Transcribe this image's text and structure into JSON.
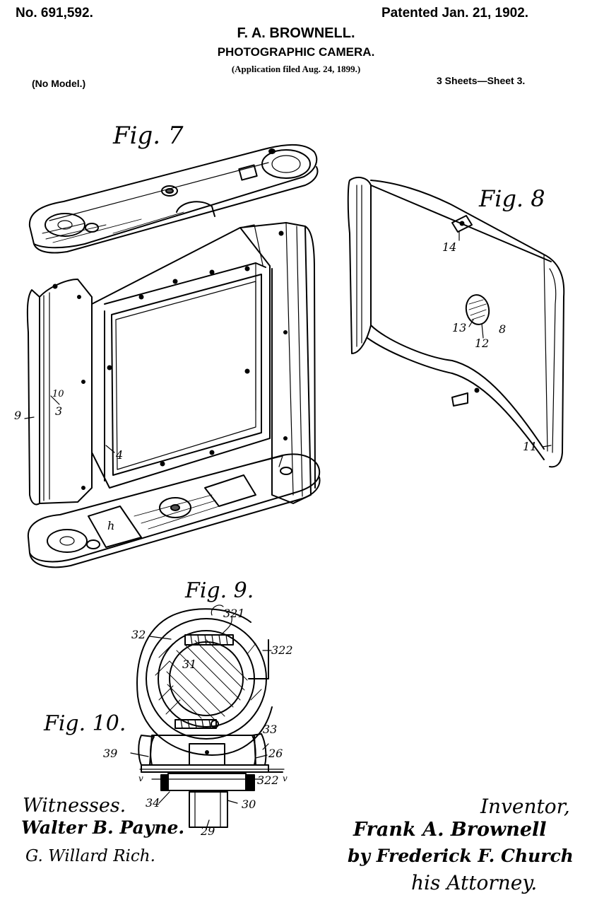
{
  "header": {
    "patent_no": "No. 691,592.",
    "patented": "Patented Jan. 21, 1902.",
    "inventor_name": "F. A. BROWNELL.",
    "title": "PHOTOGRAPHIC CAMERA.",
    "application": "(Application filed Aug. 24, 1899.)",
    "model": "(No Model.)",
    "sheets": "3 Sheets—Sheet 3."
  },
  "figures": {
    "fig7": "Fig. 7",
    "fig8": "Fig. 8",
    "fig9": "Fig. 9.",
    "fig10": "Fig. 10."
  },
  "labels": {
    "l9": "9",
    "l10": "10",
    "l3": "3",
    "l4": "4",
    "lh": "h",
    "l14": "14",
    "l13": "13",
    "l12": "12",
    "l8": "8",
    "l11": "11",
    "l32": "32",
    "l321": "321",
    "l322": "322",
    "l31": "31",
    "l33": "33",
    "l39": "39",
    "l26": "26",
    "l322b": "322",
    "lv1": "v",
    "lv2": "v",
    "l34": "34",
    "l30": "30",
    "l29": "29"
  },
  "signatures": {
    "witnesses_heading": "Witnesses.",
    "witness1": "Walter B. Payne.",
    "witness2": "G. Willard Rich.",
    "inventor_heading": "Inventor,",
    "inventor": "Frank A. Brownell",
    "by_attorney": "by Frederick F. Church",
    "attorney_heading": "his Attorney."
  }
}
